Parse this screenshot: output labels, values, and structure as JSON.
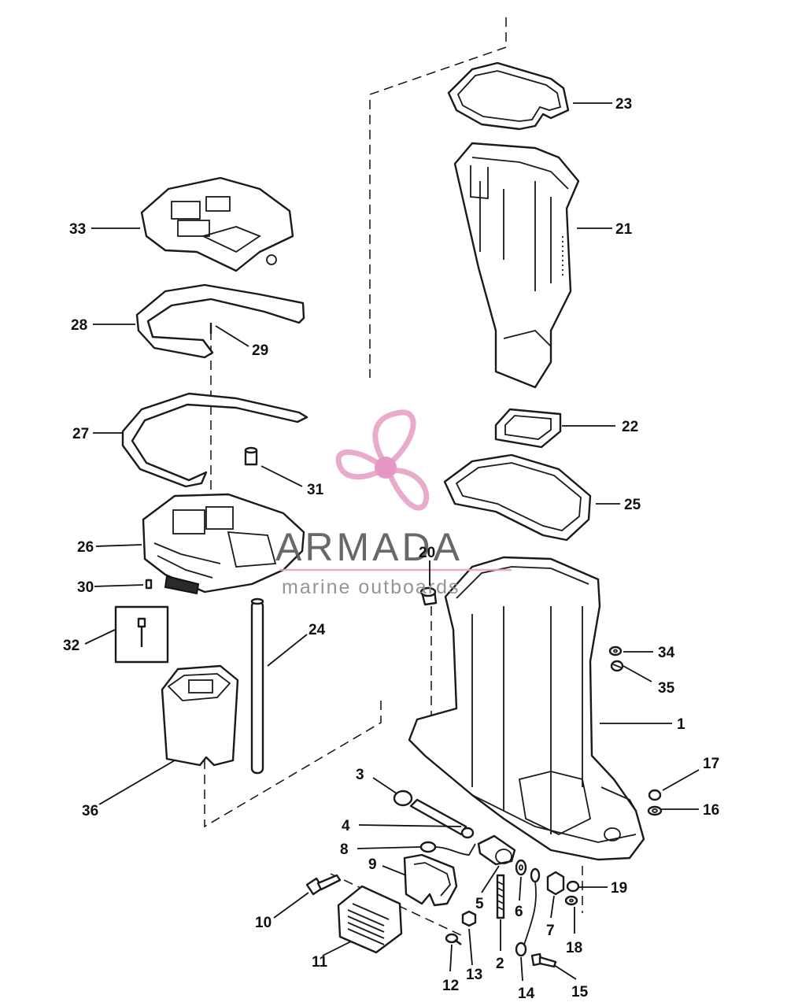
{
  "watermark": {
    "brand": "ARMADA",
    "tagline": "marine outboards",
    "logo_color": "#e7a3c6",
    "logo_center_color": "#e58cbd"
  },
  "labels": [
    "1",
    "2",
    "3",
    "4",
    "5",
    "6",
    "7",
    "8",
    "9",
    "10",
    "11",
    "12",
    "13",
    "14",
    "15",
    "16",
    "17",
    "18",
    "19",
    "20",
    "21",
    "22",
    "23",
    "24",
    "25",
    "26",
    "27",
    "28",
    "29",
    "30",
    "31",
    "32",
    "33",
    "34",
    "35",
    "36"
  ]
}
